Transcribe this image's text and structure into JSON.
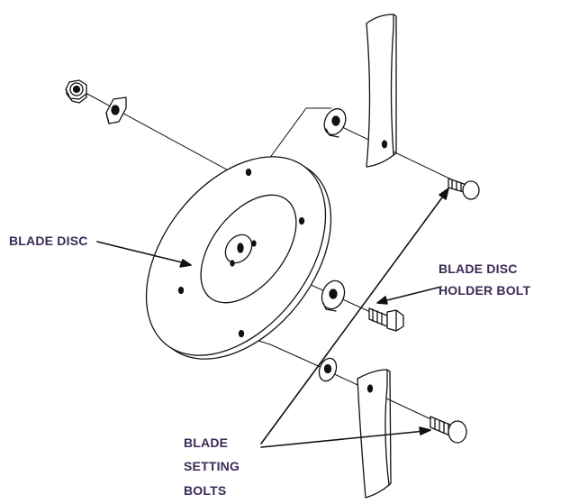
{
  "labels": {
    "blade_disc": "BLADE DISC",
    "holder_bolt_line1": "BLADE DISC",
    "holder_bolt_line2": "HOLDER BOLT",
    "setting_bolts_line1": "BLADE",
    "setting_bolts_line2": "SETTING",
    "setting_bolts_line3": "BOLTS"
  },
  "colors": {
    "line": "#111111",
    "label_text": "#3a2a55",
    "background": "#ffffff"
  }
}
